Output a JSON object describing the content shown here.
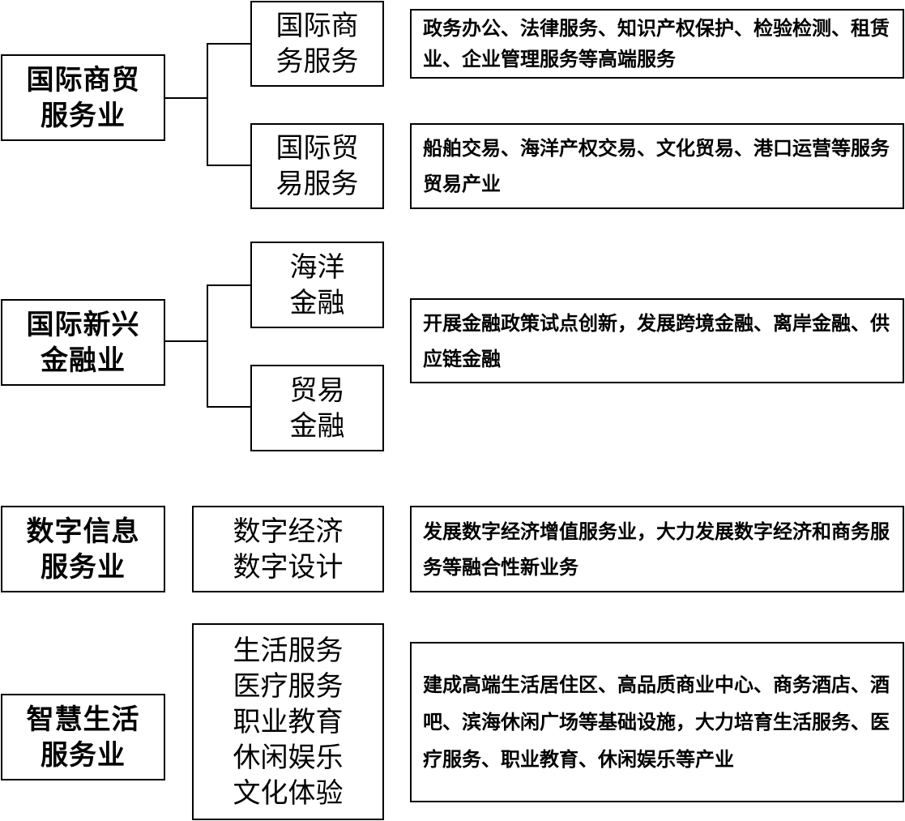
{
  "categories": [
    {
      "line1": "国际商贸",
      "line2": "服务业"
    },
    {
      "line1": "国际新兴",
      "line2": "金融业"
    },
    {
      "line1": "数字信息",
      "line2": "服务业"
    },
    {
      "line1": "智慧生活",
      "line2": "服务业"
    }
  ],
  "subs": [
    {
      "lines": [
        "国际商",
        "务服务"
      ]
    },
    {
      "lines": [
        "国际贸",
        "易服务"
      ]
    },
    {
      "lines": [
        "海洋",
        "金融"
      ]
    },
    {
      "lines": [
        "贸易",
        "金融"
      ]
    },
    {
      "lines": [
        "数字经济",
        "数字设计"
      ]
    },
    {
      "lines": [
        "生活服务",
        "医疗服务",
        "职业教育",
        "休闲娱乐",
        "文化体验"
      ]
    }
  ],
  "descriptions": [
    "政务办公、法律服务、知识产权保护、检验检测、租赁业、企业管理服务等高端服务",
    "船舶交易、海洋产权交易、文化贸易、港口运营等服务贸易产业",
    "开展金融政策试点创新，发展跨境金融、离岸金融、供应链金融",
    "发展数字经济增值服务业，大力发展数字经济和商务服务等融合性新业务",
    "建成高端生活居住区、高品质商业中心、商务酒店、酒吧、滨海休闲广场等基础设施，大力培育生活服务、医疗服务、职业教育、休闲娱乐等产业"
  ]
}
